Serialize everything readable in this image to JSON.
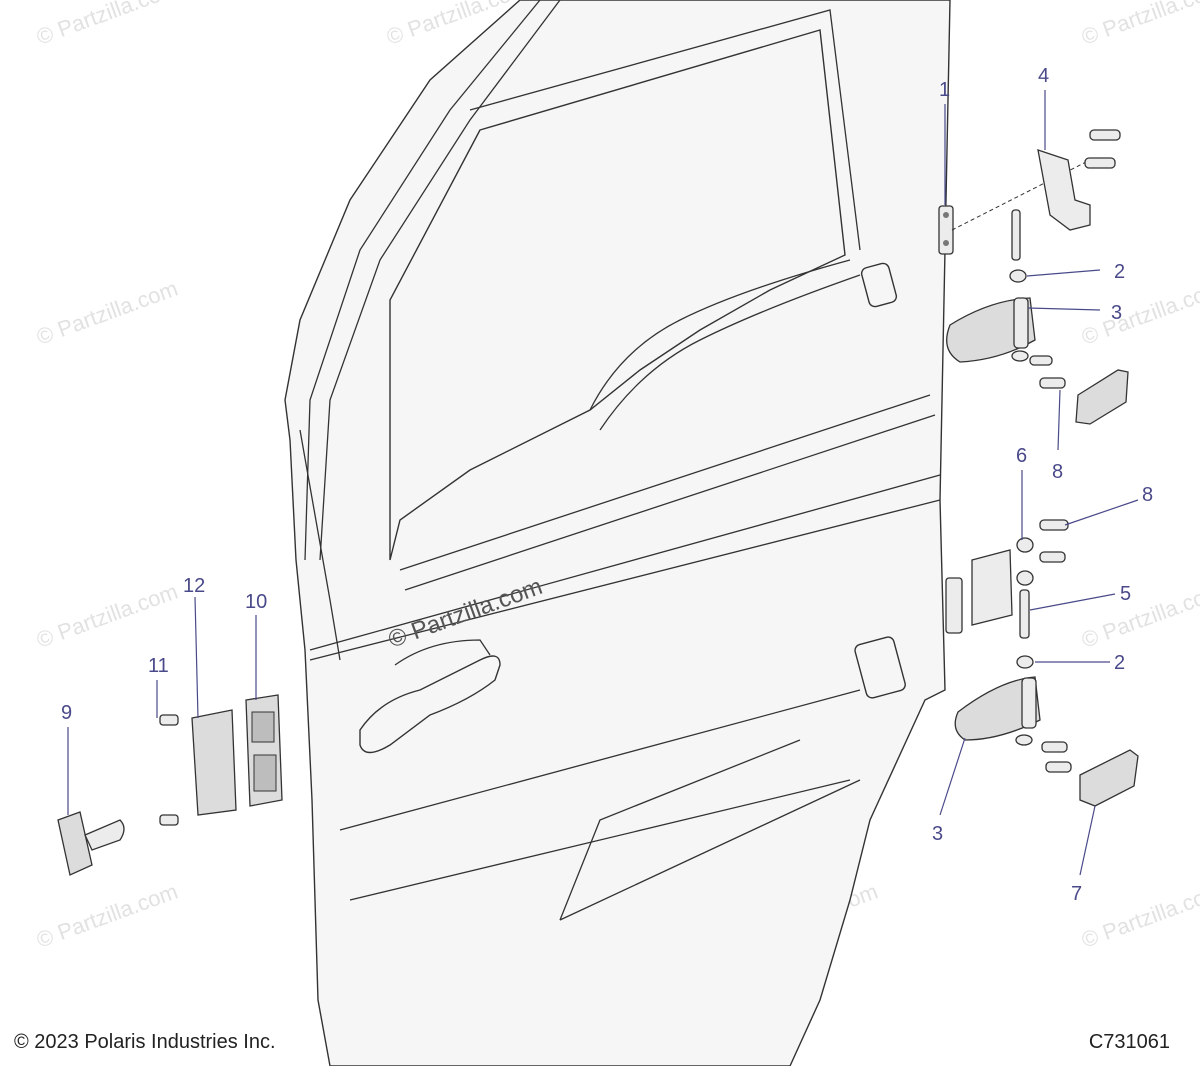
{
  "watermark": {
    "text": "© Partzilla.com",
    "main_text": "© Partzilla.com"
  },
  "callouts": {
    "c1": "1",
    "c2a": "2",
    "c2b": "2",
    "c3a": "3",
    "c3b": "3",
    "c4": "4",
    "c5": "5",
    "c6": "6",
    "c7": "7",
    "c8a": "8",
    "c8b": "8",
    "c9": "9",
    "c10": "10",
    "c11": "11",
    "c12": "12"
  },
  "footer": {
    "copyright": "© 2023 Polaris Industries Inc.",
    "drawing_number": "C731061"
  }
}
